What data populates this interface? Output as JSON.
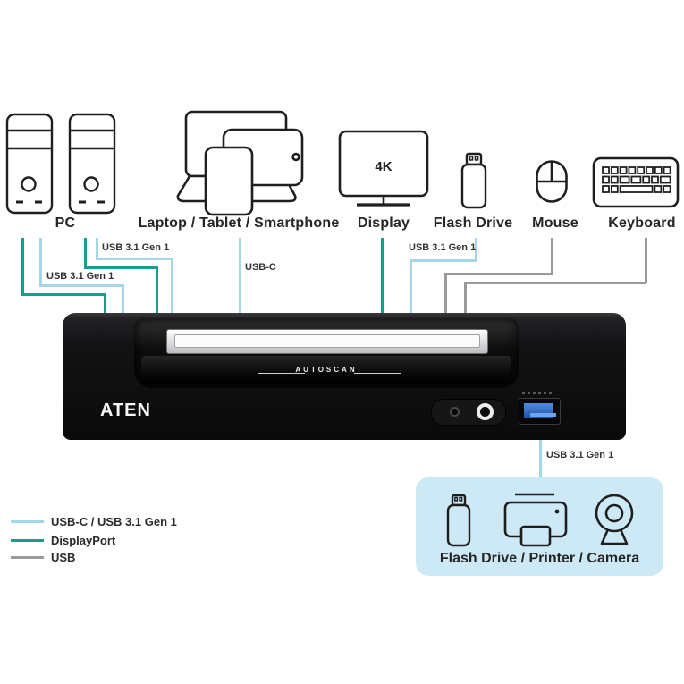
{
  "colors": {
    "usb_c_line": "#a5d6e8",
    "displayport_line": "#1a9b8d",
    "usb_line": "#9a9a9a",
    "peripherals_box_bg": "#cde9f6",
    "usb_port_blue": "#2e6fd0"
  },
  "devices": [
    {
      "label": "PC"
    },
    {
      "label": "Laptop / Tablet / Smartphone"
    },
    {
      "label": "Display",
      "badge": "4K"
    },
    {
      "label": "Flash Drive"
    },
    {
      "label": "Mouse"
    },
    {
      "label": "Keyboard"
    }
  ],
  "link_labels": {
    "pc_left": "USB 3.1 Gen 1",
    "pc_right": "USB 3.1 Gen 1",
    "laptop": "USB-C",
    "flash_drive": "USB 3.1 Gen 1",
    "peripherals": "USB 3.1 Gen 1"
  },
  "kvm": {
    "brand": "ATEN",
    "autoscan_label": "AUTOSCAN"
  },
  "peripherals": {
    "caption": "Flash Drive / Printer / Camera"
  },
  "legend": [
    {
      "label": "USB-C / USB 3.1 Gen 1",
      "color": "#a5d6e8"
    },
    {
      "label": "DisplayPort",
      "color": "#1a9b8d"
    },
    {
      "label": "USB",
      "color": "#9a9a9a"
    }
  ]
}
